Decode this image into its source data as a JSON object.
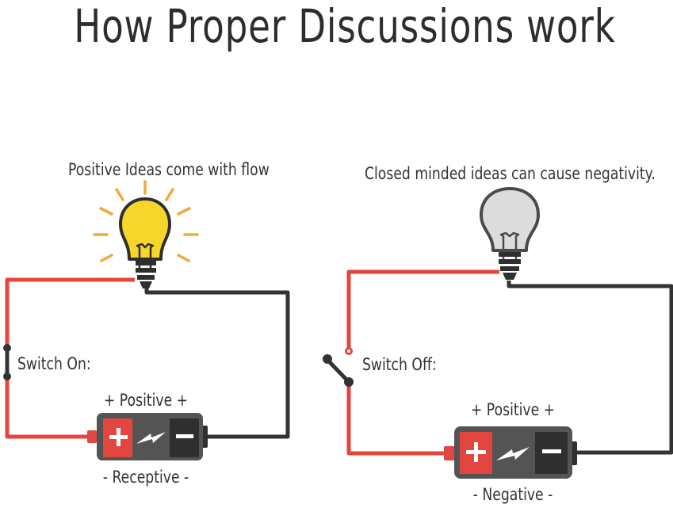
{
  "title": "How Proper Discussions work",
  "left_circuit": {
    "caption": "Positive Ideas come with flow",
    "switch_label": "Switch On:",
    "top_label": "+ Positive +",
    "bottom_label": "- Receptive -",
    "bulb_state": "on",
    "switch_state": "closed"
  },
  "right_circuit": {
    "caption": "Closed minded ideas can cause negativity.",
    "switch_label": "Switch Off:",
    "top_label": "+ Positive +",
    "bottom_label": "- Negative -",
    "bulb_state": "off",
    "switch_state": "open"
  },
  "colors": {
    "positive_wire": "#e2463f",
    "negative_wire": "#333333",
    "bulb_on": "#f7d62b",
    "bulb_off": "#dcdcdc",
    "rays": "#f0a93b",
    "battery_body": "#545454",
    "battery_plus": "#e2463f",
    "battery_minus": "#2f2f2f"
  }
}
